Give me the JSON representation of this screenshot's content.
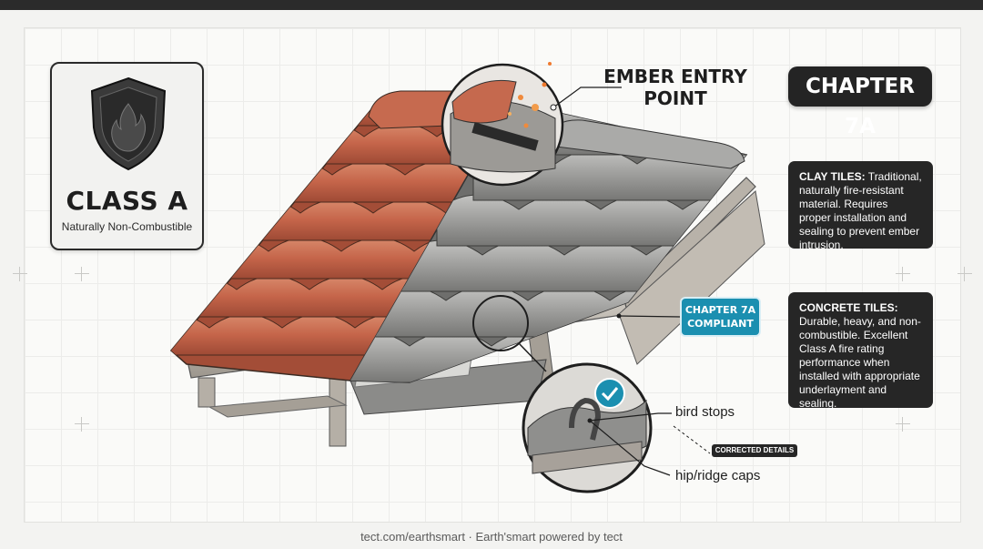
{
  "badge": {
    "title": "CLASS A",
    "subtitle": "Naturally Non-Combustible",
    "icon": "shield-flame-icon"
  },
  "chapter": {
    "label": "CHAPTER 7A"
  },
  "ember_callout": {
    "line1": "EMBER ENTRY",
    "line2": "POINT"
  },
  "clay_tiles": {
    "heading": "CLAY TILES:",
    "text": " Traditional, naturally fire-resistant material. Requires proper installation and sealing to prevent ember intrusion."
  },
  "concrete_tiles": {
    "heading": "CONCRETE TILES:",
    "text": " Durable, heavy, and non-combustible. Excellent Class A fire rating performance when installed with appropriate underlayment and sealing."
  },
  "compliant": {
    "line1": "CHAPTER 7A",
    "line2": "COMPLIANT"
  },
  "detail_labels": {
    "bird_stops": "bird stops",
    "hip_ridge": "hip/ridge caps",
    "corrected": "CORRECTED DETAILS"
  },
  "footer": {
    "text": "tect.com/earthsmart · Earth'smart powered by tect"
  },
  "colors": {
    "clay": "#c8674a",
    "concrete": "#9c9c9a",
    "accent": "#1b8fb0",
    "dark": "#262626"
  }
}
